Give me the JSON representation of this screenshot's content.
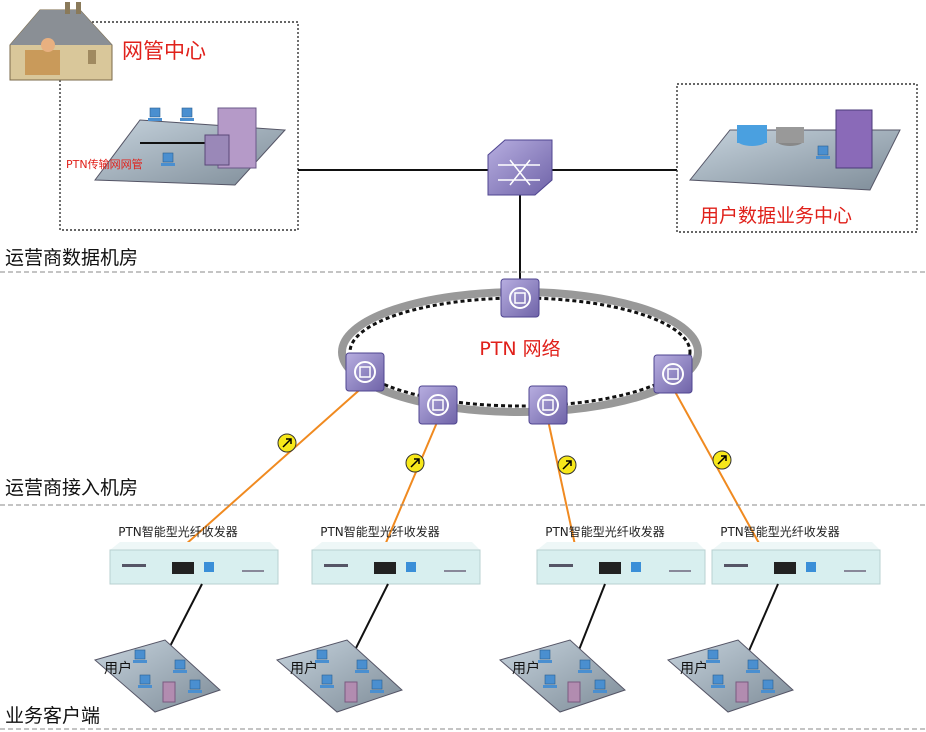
{
  "zones": {
    "data_room": "运营商数据机房",
    "access_room": "运营商接入机房",
    "client": "业务客户端"
  },
  "nms_center": {
    "title": "网管中心",
    "nms_label": "PTN传输网网管"
  },
  "user_data_center": {
    "title": "用户数据业务中心"
  },
  "ptn_network": {
    "label": "PTN 网络"
  },
  "transceivers": [
    {
      "label": "PTN智能型光纤收发器",
      "user_label": "用户"
    },
    {
      "label": "PTN智能型光纤收发器",
      "user_label": "用户"
    },
    {
      "label": "PTN智能型光纤收发器",
      "user_label": "用户"
    },
    {
      "label": "PTN智能型光纤收发器",
      "user_label": "用户"
    }
  ],
  "colors": {
    "accent_red": "#e0201a",
    "fiber": "#f08a20",
    "node": "#8a7fc0",
    "device": "#d8efef"
  }
}
